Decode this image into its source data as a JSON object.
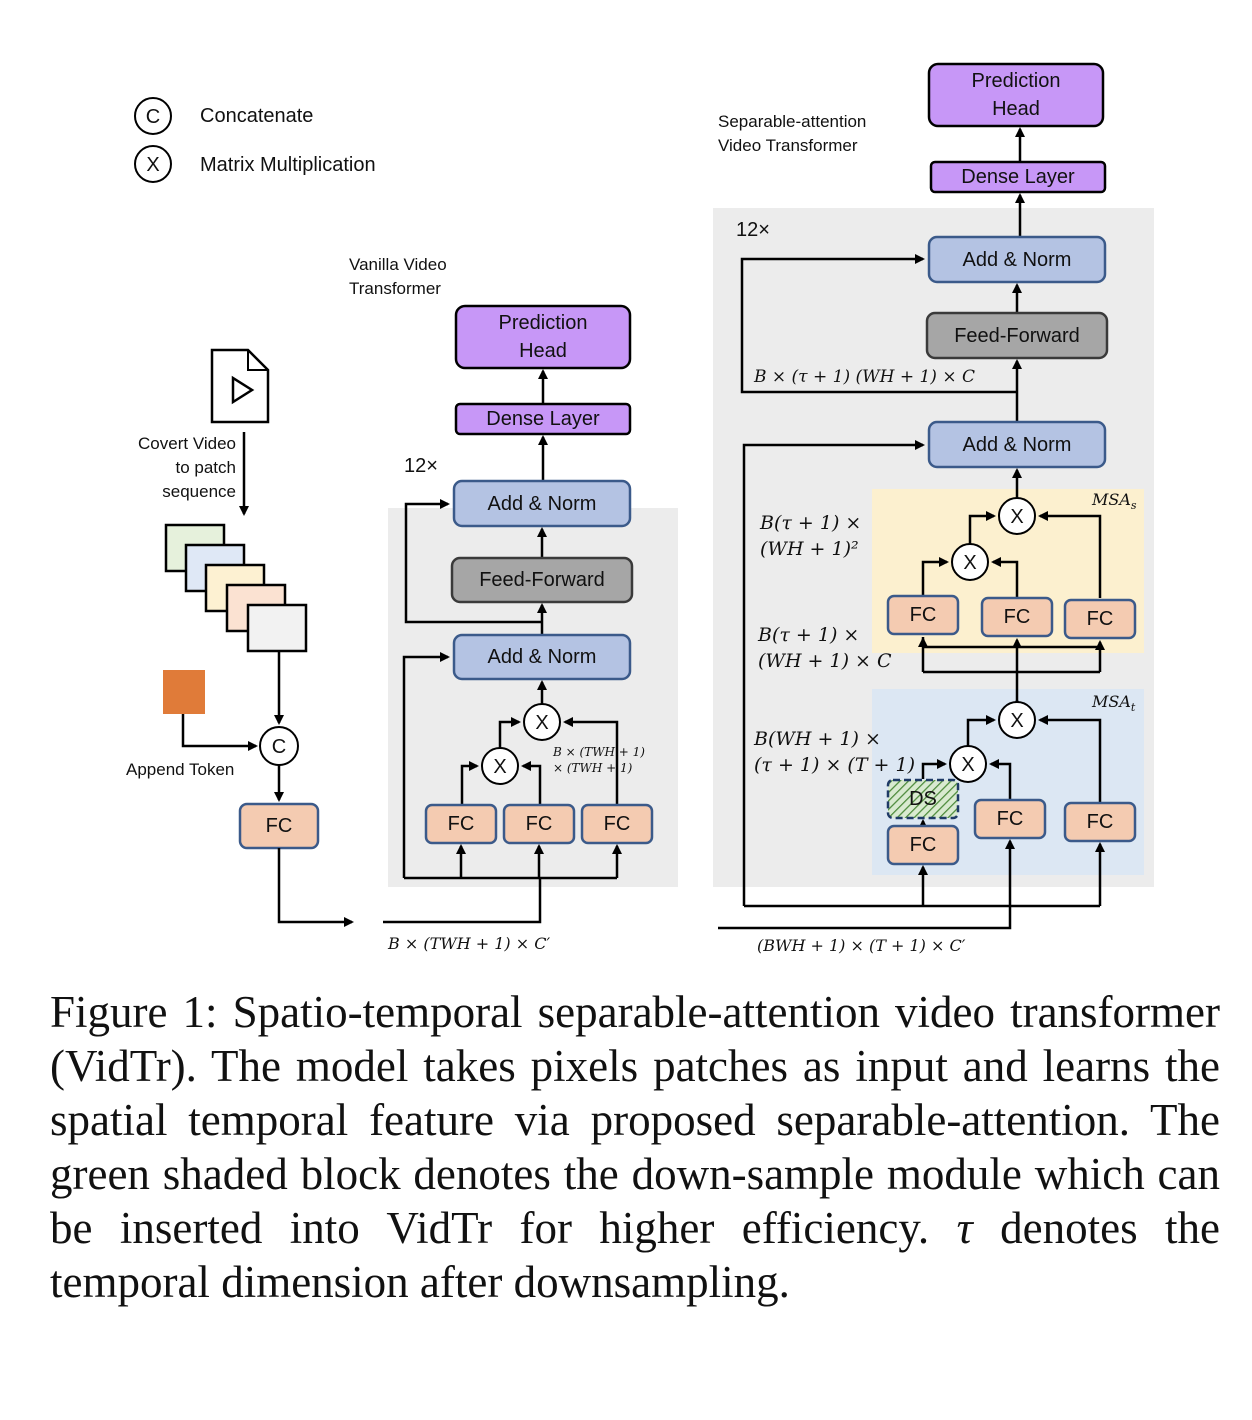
{
  "legend": {
    "concatenate_symbol": "C",
    "concatenate_label": "Concatenate",
    "matmul_symbol": "X",
    "matmul_label": "Matrix Multiplication"
  },
  "input_stage": {
    "convert_label_1": "Covert Video",
    "convert_label_2": "to patch",
    "convert_label_3": "sequence",
    "append_label": "Append Token",
    "fc_label": "FC",
    "frame_colors": [
      "#e6f1dc",
      "#dfe8f6",
      "#fdf1d2",
      "#fbe2d2",
      "#f2f2f2"
    ],
    "token_color": "#e07b39"
  },
  "vanilla": {
    "title_1": "Vanilla Video",
    "title_2": "Transformer",
    "prediction_head_1": "Prediction",
    "prediction_head_2": "Head",
    "dense_layer": "Dense Layer",
    "repeat": "12×",
    "add_norm_top": "Add & Norm",
    "feed_forward": "Feed-Forward",
    "add_norm_bottom": "Add & Norm",
    "fc_1": "FC",
    "fc_2": "FC",
    "fc_3": "FC",
    "attn_dim_1": "B × (TWH + 1)",
    "attn_dim_2": "× (TWH + 1)",
    "input_dim": "B × (TWH + 1)  × C′"
  },
  "separable": {
    "title_1": "Separable-attention",
    "title_2": "Video Transformer",
    "prediction_head_1": "Prediction",
    "prediction_head_2": "Head",
    "dense_layer": "Dense Layer",
    "repeat": "12×",
    "add_norm_top": "Add & Norm",
    "feed_forward": "Feed-Forward",
    "add_norm_bottom": "Add & Norm",
    "ff_dim": "B × (τ + 1) (WH + 1) × C",
    "msa_s": "MSA",
    "msa_s_sub": "s",
    "msa_t": "MSA",
    "msa_t_sub": "t",
    "spatial_attn_dim_1": "B(τ + 1) ×",
    "spatial_attn_dim_2": "(WH + 1)²",
    "spatial_in_dim_1": "B(τ + 1) ×",
    "spatial_in_dim_2": "(WH + 1) × C",
    "temporal_attn_dim_1": "B(WH + 1) ×",
    "temporal_attn_dim_2": "(τ + 1) × (T + 1)",
    "fc_s1": "FC",
    "fc_s2": "FC",
    "fc_s3": "FC",
    "fc_t1": "FC",
    "fc_t2": "FC",
    "fc_t3": "FC",
    "ds": "DS",
    "input_dim": "(BWH + 1) × (T + 1) × C′"
  },
  "colors": {
    "norm_blue": "#b4c3e3",
    "purple": "#c797f7",
    "gray_ff": "#a6a6a6",
    "fc_orange": "#f4cbb1",
    "border_blue": "#3b5a8a",
    "msa_s_bg": "#fcf0cf",
    "msa_t_bg": "#dce7f3",
    "panel_gray": "#ececec"
  },
  "caption": {
    "part_1": "Figure 1: Spatio-temporal separable-attention video transformer (VidTr). The model takes pixels patches as input and learns the spatial temporal feature via proposed separable-attention. The green shaded block denotes the down-sample module which can be inserted into VidTr for higher efficiency.",
    "tau": "τ",
    "part_2": "denotes the temporal dimension after downsampling."
  }
}
